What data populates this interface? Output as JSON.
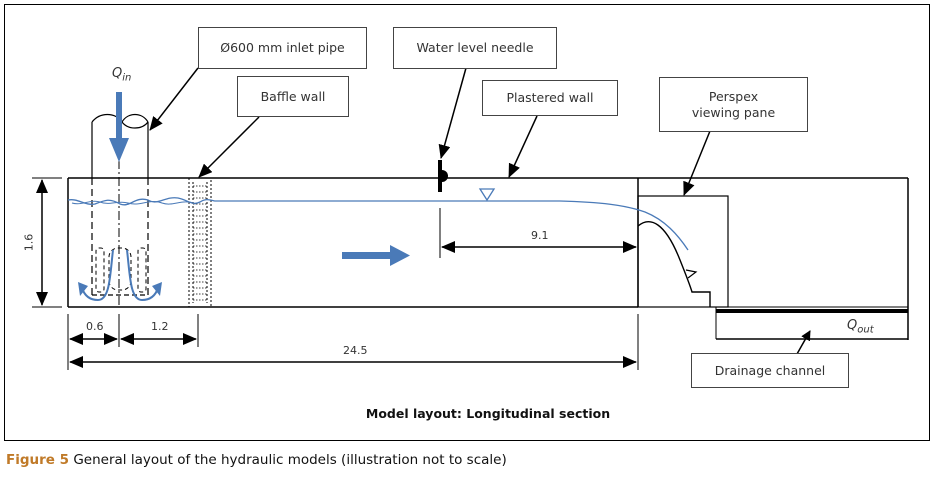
{
  "diagram": {
    "subtitle": "Model layout: Longitudinal section",
    "caption": {
      "figure_label": "Figure 5",
      "text": " General layout of the hydraulic models (illustration not to scale)"
    },
    "labels": {
      "inlet_pipe": "Ø600 mm inlet pipe",
      "baffle_wall": "Baffle wall",
      "water_level_needle": "Water level needle",
      "plastered_wall": "Plastered wall",
      "perspex_pane": "Perspex viewing pane",
      "drainage_channel": "Drainage channel"
    },
    "flows": {
      "q_in": {
        "symbol": "Q",
        "subscript": "in"
      },
      "q_out": {
        "symbol": "Q",
        "subscript": "out"
      }
    },
    "dimensions": {
      "height": "1.6",
      "inlet_offset": "0.6",
      "baffle_offset": "1.2",
      "needle_to_weir": "9.1",
      "total_length": "24.5"
    },
    "colors": {
      "water": "#4a7ab8",
      "line": "#000000",
      "caption_accent": "#c07a28"
    }
  }
}
